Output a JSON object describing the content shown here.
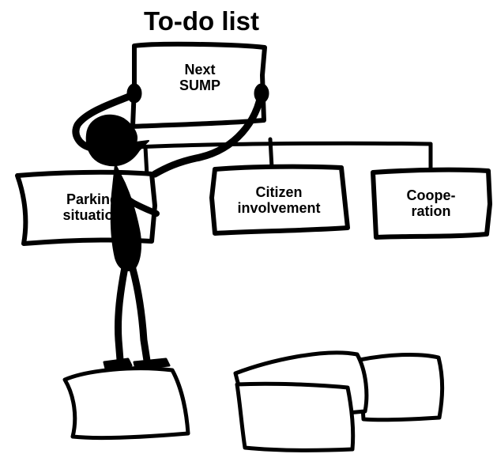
{
  "title": "To-do list",
  "boxes": {
    "top": "Next\nSUMP",
    "left": "Parking\nsituation",
    "middle": "Citizen\ninvolvement",
    "right": "Coope-\nration"
  }
}
